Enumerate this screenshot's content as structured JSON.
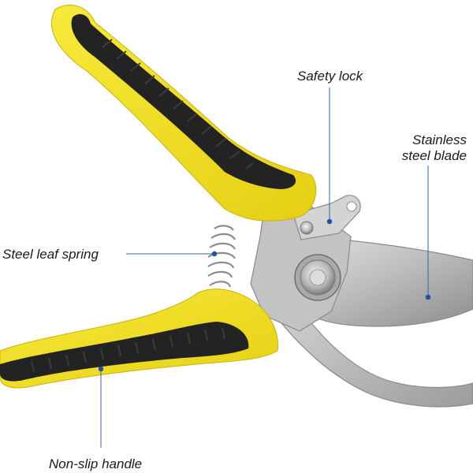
{
  "labels": {
    "safety_lock": "Safety lock",
    "blade_line1": "Stainless",
    "blade_line2": "steel blade",
    "spring": "Steel leaf spring",
    "handle": "Non-slip handle"
  },
  "colors": {
    "handle_yellow": "#f2e12a",
    "grip_black": "#222222",
    "steel": "#c9c9c9",
    "steel_dark": "#9a9a9a",
    "leader_line": "#3a5fa8",
    "dot": "#1f4fa8"
  }
}
